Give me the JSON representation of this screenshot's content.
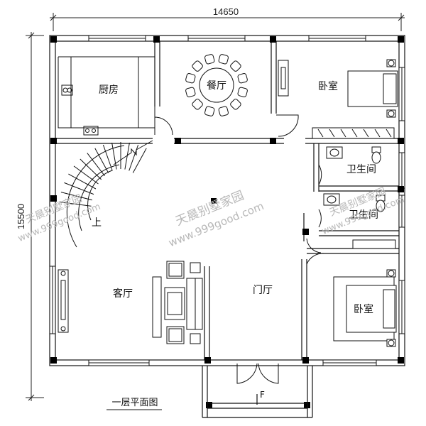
{
  "plan": {
    "caption": "一层平面图",
    "dimensions": {
      "width": "14650",
      "depth": "15500"
    },
    "stair_label": "上",
    "entry_mark": "F",
    "rooms": {
      "kitchen": "厨房",
      "dining": "餐厅",
      "bedroom_north": "卧室",
      "bathroom_1": "卫生间",
      "bathroom_2": "卫生间",
      "living": "客厅",
      "foyer": "门厅",
      "bedroom_south": "卧室"
    }
  },
  "watermarks": {
    "brand": "天晨别墅家园",
    "url": "www.999good.com"
  },
  "colors": {
    "line": "#111111",
    "column": "#000000",
    "watermark": "#b8b8b8"
  }
}
